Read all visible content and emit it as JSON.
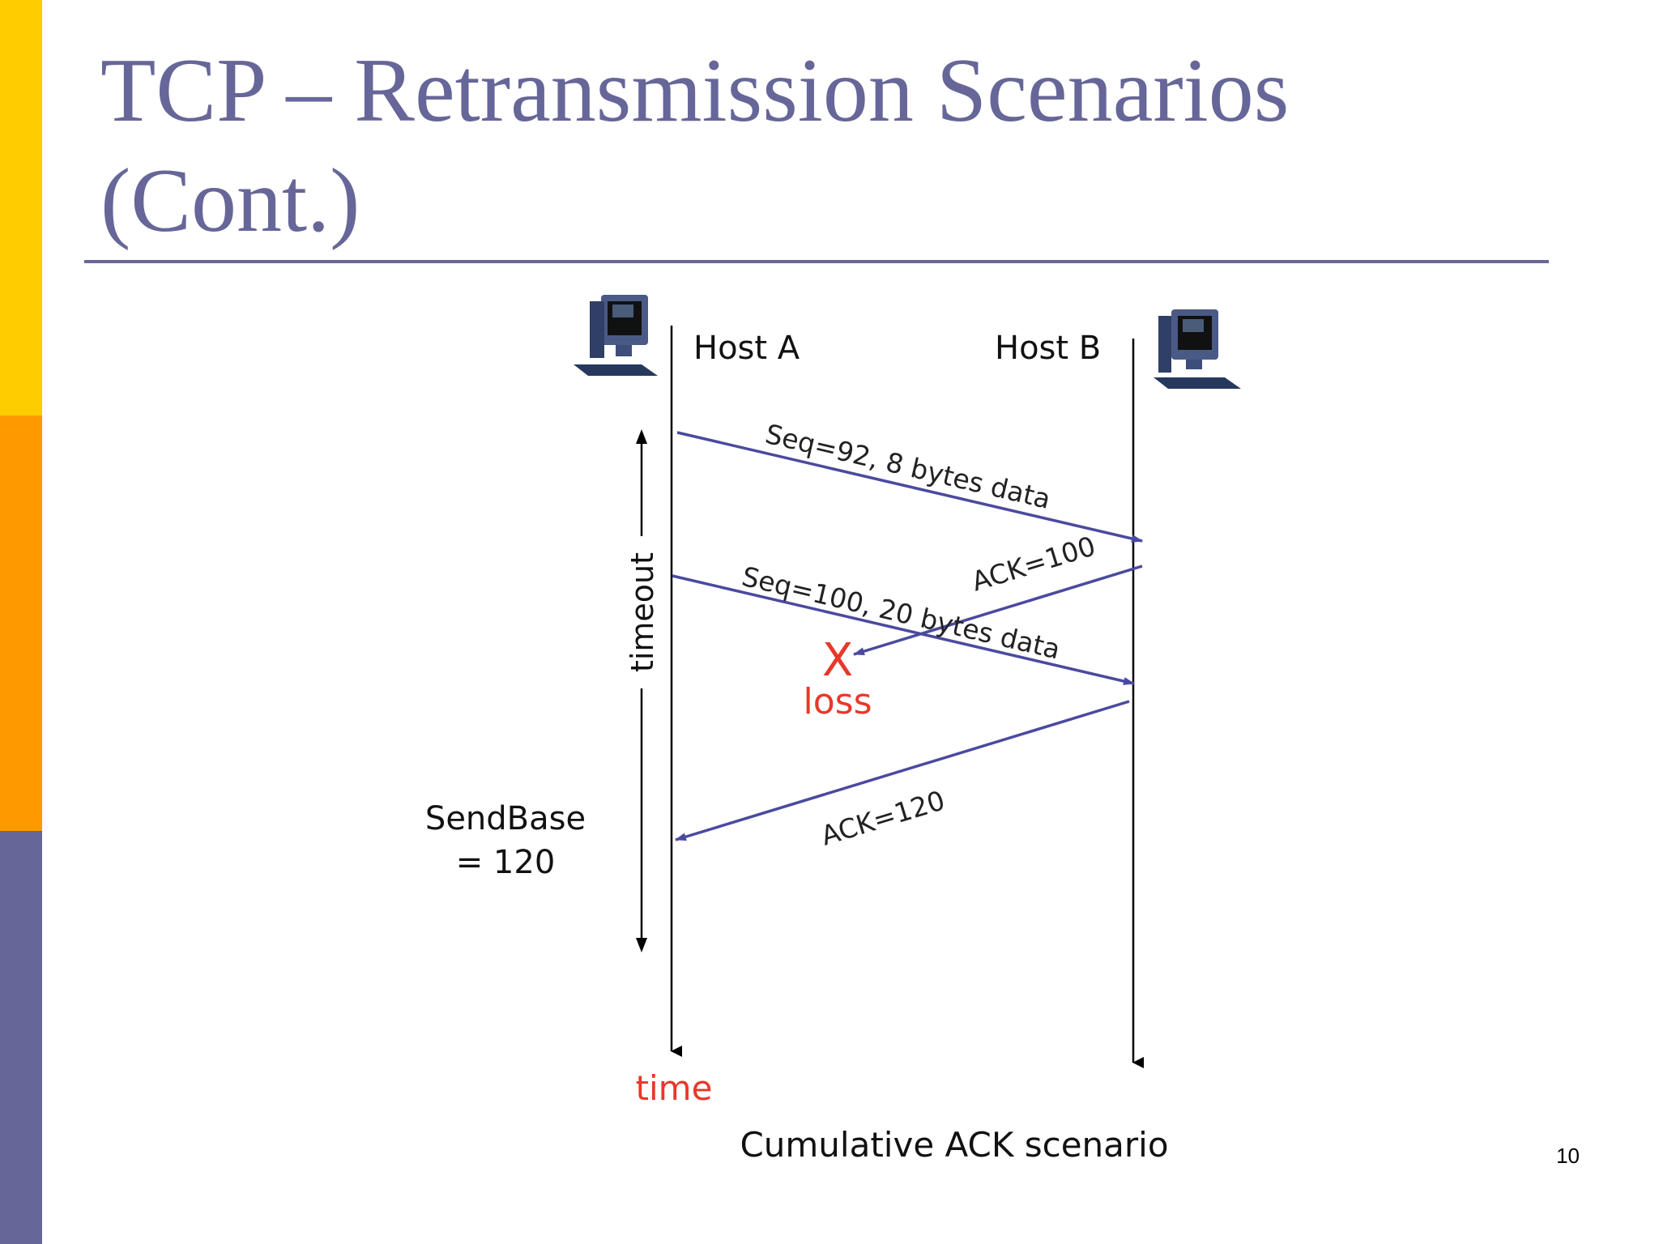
{
  "slide": {
    "title_line1": "TCP – Retransmission Scenarios",
    "title_line2": "(Cont.)",
    "page_number": "10"
  },
  "diagram": {
    "host_a_label": "Host A",
    "host_b_label": "Host B",
    "msg1_label": "Seq=92, 8 bytes data",
    "ack1_label": "ACK=100",
    "msg2_label": "Seq=100, 20 bytes data",
    "ack2_label": "ACK=120",
    "loss_mark": "X",
    "loss_label": "loss",
    "timeout_label": "timeout",
    "sendbase_line1": "SendBase",
    "sendbase_line2": "= 120",
    "time_label": "time",
    "caption": "Cumulative ACK scenario"
  },
  "colors": {
    "accent": "#666699",
    "sidebar_yellow": "#FFCC00",
    "sidebar_orange": "#FF9900",
    "arrow": "#4A4AA0",
    "loss": "#E8382A"
  },
  "icons": [
    "computer-icon",
    "computer-icon"
  ]
}
